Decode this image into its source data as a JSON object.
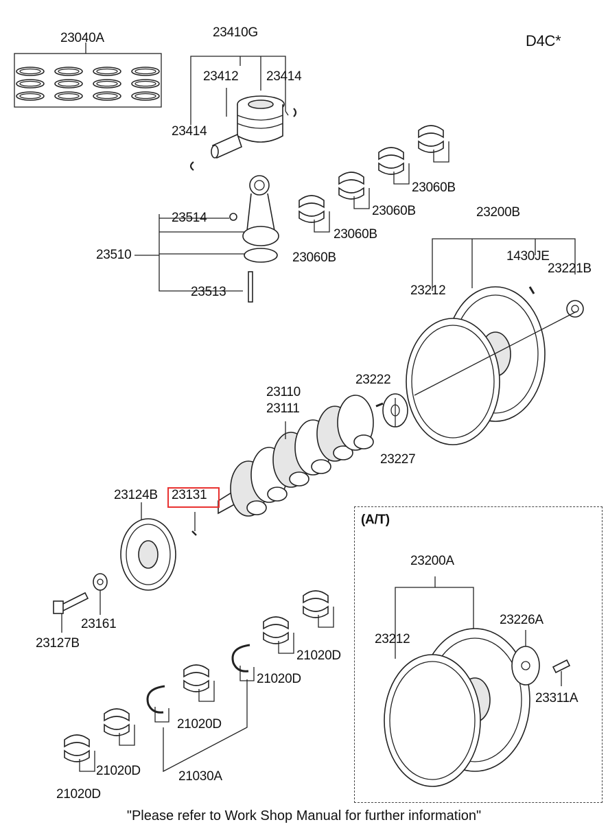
{
  "engine_code": "D4C*",
  "parts": [
    {
      "id": "p23040A",
      "part": "23040A"
    },
    {
      "id": "p23410G",
      "part": "23410G"
    },
    {
      "id": "p23412",
      "part": "23412"
    },
    {
      "id": "p23414a",
      "part": "23414"
    },
    {
      "id": "p23414b",
      "part": "23414"
    },
    {
      "id": "p23060B1",
      "part": "23060B"
    },
    {
      "id": "p23060B2",
      "part": "23060B"
    },
    {
      "id": "p23060B3",
      "part": "23060B"
    },
    {
      "id": "p23060B4",
      "part": "23060B"
    },
    {
      "id": "p23514",
      "part": "23514"
    },
    {
      "id": "p23510",
      "part": "23510"
    },
    {
      "id": "p23513",
      "part": "23513"
    },
    {
      "id": "p23200B",
      "part": "23200B"
    },
    {
      "id": "p1430JE",
      "part": "1430JE"
    },
    {
      "id": "p23221B",
      "part": "23221B"
    },
    {
      "id": "p23212a",
      "part": "23212"
    },
    {
      "id": "p23222",
      "part": "23222"
    },
    {
      "id": "p23110",
      "part": "23110"
    },
    {
      "id": "p23111",
      "part": "23111"
    },
    {
      "id": "p23227",
      "part": "23227"
    },
    {
      "id": "p23124B",
      "part": "23124B"
    },
    {
      "id": "p23131",
      "part": "23131",
      "highlighted": true
    },
    {
      "id": "p23161",
      "part": "23161"
    },
    {
      "id": "p23127B",
      "part": "23127B"
    },
    {
      "id": "p21020D1",
      "part": "21020D"
    },
    {
      "id": "p21020D2",
      "part": "21020D"
    },
    {
      "id": "p21020D3",
      "part": "21020D"
    },
    {
      "id": "p21020D4",
      "part": "21020D"
    },
    {
      "id": "p21020D5",
      "part": "21020D"
    },
    {
      "id": "p21030A",
      "part": "21030A"
    },
    {
      "id": "p23200A",
      "part": "23200A"
    },
    {
      "id": "p23212b",
      "part": "23212"
    },
    {
      "id": "p23226A",
      "part": "23226A"
    },
    {
      "id": "p23311A",
      "part": "23311A"
    }
  ],
  "at_section_label": "(A/T)",
  "footer_note": "\"Please refer to Work Shop Manual for further information\"",
  "highlight_color": "#e8312f"
}
